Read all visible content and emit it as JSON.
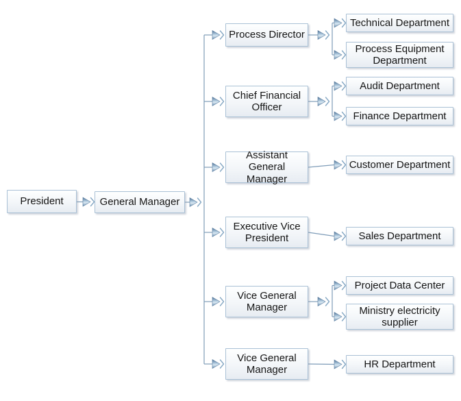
{
  "chart": {
    "type": "org-chart",
    "root": {
      "label": "President"
    },
    "general_manager": {
      "label": "General Manager"
    },
    "branches": [
      {
        "label": "Process Director",
        "children": [
          "Technical Department",
          "Process Equipment Department"
        ]
      },
      {
        "label": "Chief Financial Officer",
        "children": [
          "Audit Department",
          "Finance Department"
        ]
      },
      {
        "label": "Assistant General Manager",
        "children": [
          "Customer Department"
        ]
      },
      {
        "label": "Executive Vice President",
        "children": [
          "Sales Department"
        ]
      },
      {
        "label": "Vice General Manager",
        "children": [
          "Project Data Center",
          "Ministry electricity supplier"
        ]
      },
      {
        "label": "Vice General Manager",
        "children": [
          "HR Department"
        ]
      }
    ],
    "colors": {
      "background": "#ffffff",
      "box-border": "#a9c0d5",
      "box-fill-top": "#feffff",
      "box-fill-mid": "#f3f6f9",
      "box-fill-bottom": "#e7ecf2",
      "connector-line": "#7e9cb8",
      "arrow-dark": "#4e7195",
      "arrow-mid": "#b6cfe2",
      "arrow-light": "#d9e7f1",
      "arrow-shade": "#6189ad",
      "arrow-edge": "#5d7fa0",
      "chevron": "#86a8c4",
      "text-color": "#141414"
    }
  }
}
